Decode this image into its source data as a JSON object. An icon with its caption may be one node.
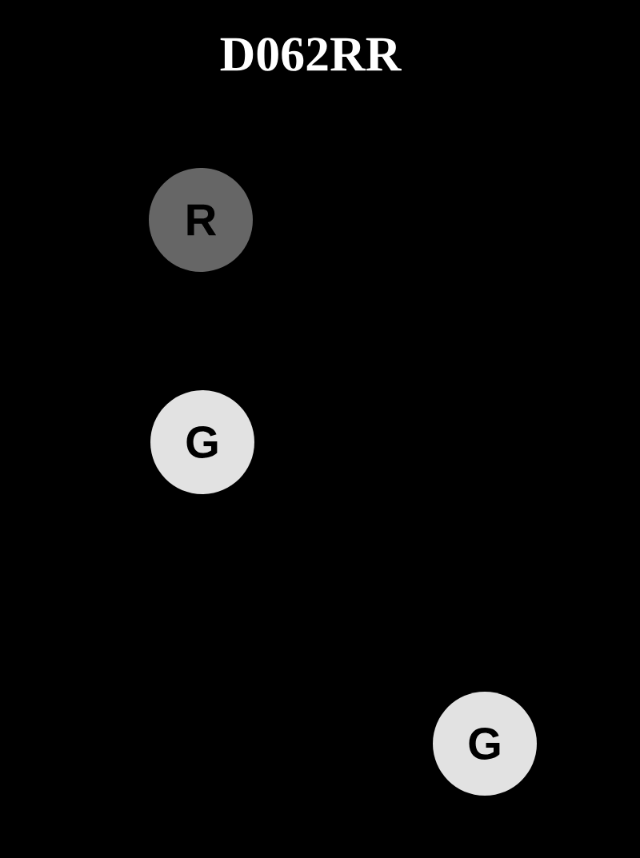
{
  "diagram": {
    "title": "D062RR",
    "nodes": [
      {
        "text": [
          "R"
        ]
      },
      {
        "text": [
          "G"
        ]
      },
      {
        "text": [
          "G"
        ]
      }
    ]
  }
}
